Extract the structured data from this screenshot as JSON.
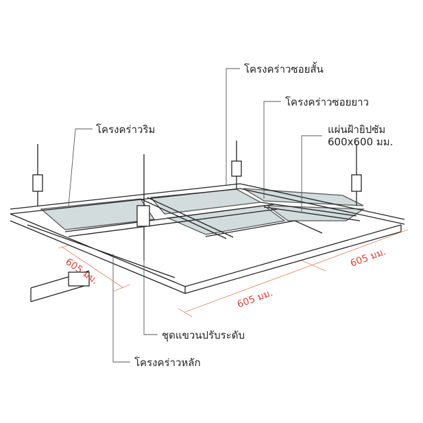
{
  "labels": {
    "short_cross_tee": "โครงคร่าวซอยสั้น",
    "long_cross_tee": "โครงคร่าวซอยยาว",
    "wall_angle": "โครงคร่าวริม",
    "gypsum_board_line1": "แผ่นฝ้ายิปซัม",
    "gypsum_board_line2": "600x600 มม.",
    "hanger_set": "ชุดแขวนปรับระดับ",
    "main_runner": "โครงคร่าวหลัก"
  },
  "dimensions": {
    "left": "605 มม.",
    "front": "605 มม.",
    "right": "605 มม."
  },
  "colors": {
    "dimension": "#e0443a",
    "line": "#222222",
    "panel": "#cfd8d8"
  }
}
